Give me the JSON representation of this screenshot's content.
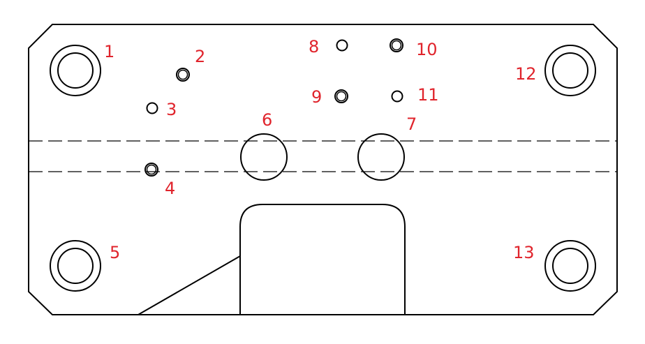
{
  "labels": [
    "1",
    "2",
    "3",
    "4",
    "5",
    "6",
    "7",
    "8",
    "9",
    "10",
    "11",
    "12",
    "13"
  ],
  "colors": {
    "line": "#000000",
    "label": "#e0242c",
    "background": "#ffffff"
  }
}
